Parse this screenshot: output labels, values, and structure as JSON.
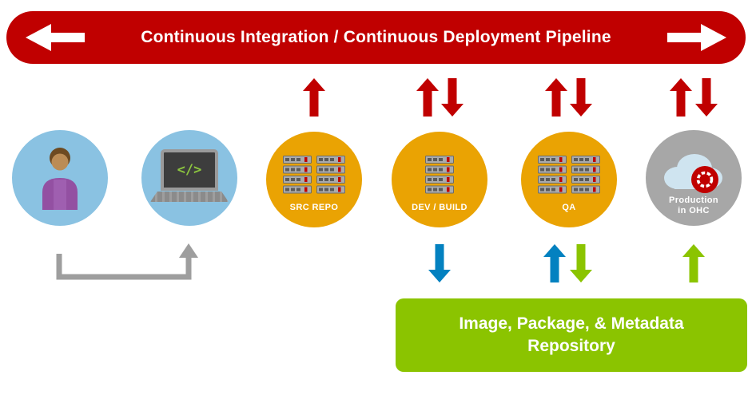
{
  "banner": {
    "title": "Continuous Integration / Continuous Deployment Pipeline"
  },
  "nodes": {
    "developer": {
      "name": "developer"
    },
    "workstation": {
      "code": "</>"
    },
    "src_repo": {
      "label": "SRC REPO"
    },
    "dev_build": {
      "label": "DEV / BUILD"
    },
    "qa": {
      "label": "QA"
    },
    "production": {
      "line1": "Production",
      "line2": "in OHC"
    }
  },
  "repository": {
    "line1": "Image, Package, & Metadata",
    "line2": "Repository"
  },
  "flows": {
    "pipeline_top": [
      {
        "at": "src_repo",
        "arrows": [
          "up-red"
        ]
      },
      {
        "at": "dev_build",
        "arrows": [
          "up-red",
          "down-red"
        ]
      },
      {
        "at": "qa",
        "arrows": [
          "up-red",
          "down-red"
        ]
      },
      {
        "at": "production",
        "arrows": [
          "up-red",
          "down-red"
        ]
      }
    ],
    "repository_bottom": [
      {
        "at": "dev_build",
        "arrows": [
          "down-blue"
        ]
      },
      {
        "at": "qa",
        "arrows": [
          "up-blue",
          "down-green"
        ]
      },
      {
        "at": "production",
        "arrows": [
          "up-green"
        ]
      }
    ],
    "developer_link": {
      "from": "developer",
      "to": "workstation",
      "style": "gray-elbow-arrow"
    }
  },
  "colors": {
    "banner_red": "#c00000",
    "red": "#c00000",
    "amber": "#eaa303",
    "light_blue": "#8ac2e2",
    "gray": "#a7a7a7",
    "green": "#8bc400",
    "blue": "#0381c0"
  }
}
